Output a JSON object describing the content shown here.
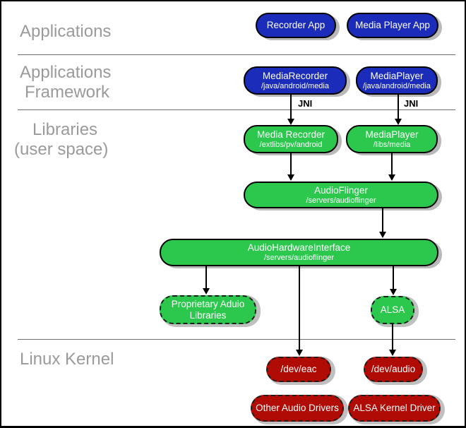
{
  "sections": {
    "applications": {
      "line1": "Applications"
    },
    "applications_framework": {
      "line1": "Applications",
      "line2": "Framework"
    },
    "libraries": {
      "line1": "Libraries",
      "line2": "(user space)"
    },
    "linux_kernel": {
      "line1": "Linux Kernel"
    }
  },
  "annotations": {
    "jni_left": "JNI",
    "jni_right": "JNI"
  },
  "boxes": {
    "recorder_app": {
      "title": "Recorder App"
    },
    "media_player_app": {
      "title": "Media Player App"
    },
    "media_recorder_fw": {
      "title": "MediaRecorder",
      "path": "/java/android/media"
    },
    "media_player_fw": {
      "title": "MediaPlayer",
      "path": "/java/android/media"
    },
    "media_recorder_lib": {
      "title": "Media Recorder",
      "path": "/extlibs/pv/android"
    },
    "media_player_lib": {
      "title": "MediaPlayer",
      "path": "/libs/media"
    },
    "audio_flinger": {
      "title": "AudioFlinger",
      "path": "/servers/audioflinger"
    },
    "audio_hardware_interface": {
      "title": "AudioHardwareInterface",
      "path": "/servers/audioflinger"
    },
    "proprietary_audio_libraries": {
      "line1": "Proprietary Aduio",
      "line2": "Libraries"
    },
    "alsa": {
      "title": "ALSA"
    },
    "dev_eac": {
      "title": "/dev/eac"
    },
    "dev_audio": {
      "title": "/dev/audio"
    },
    "other_audio_drivers": {
      "title": "Other Audio Drivers"
    },
    "alsa_kernel_driver": {
      "title": "ALSA Kernel Driver"
    }
  },
  "colors": {
    "app_blue": "#1b2cba",
    "lib_green": "#2cc84e",
    "kernel_red": "#b00b05",
    "box_shadow": "#b9b9b9",
    "label_gray": "#9a9a9a",
    "divider_gray": "#6e6e6e"
  }
}
